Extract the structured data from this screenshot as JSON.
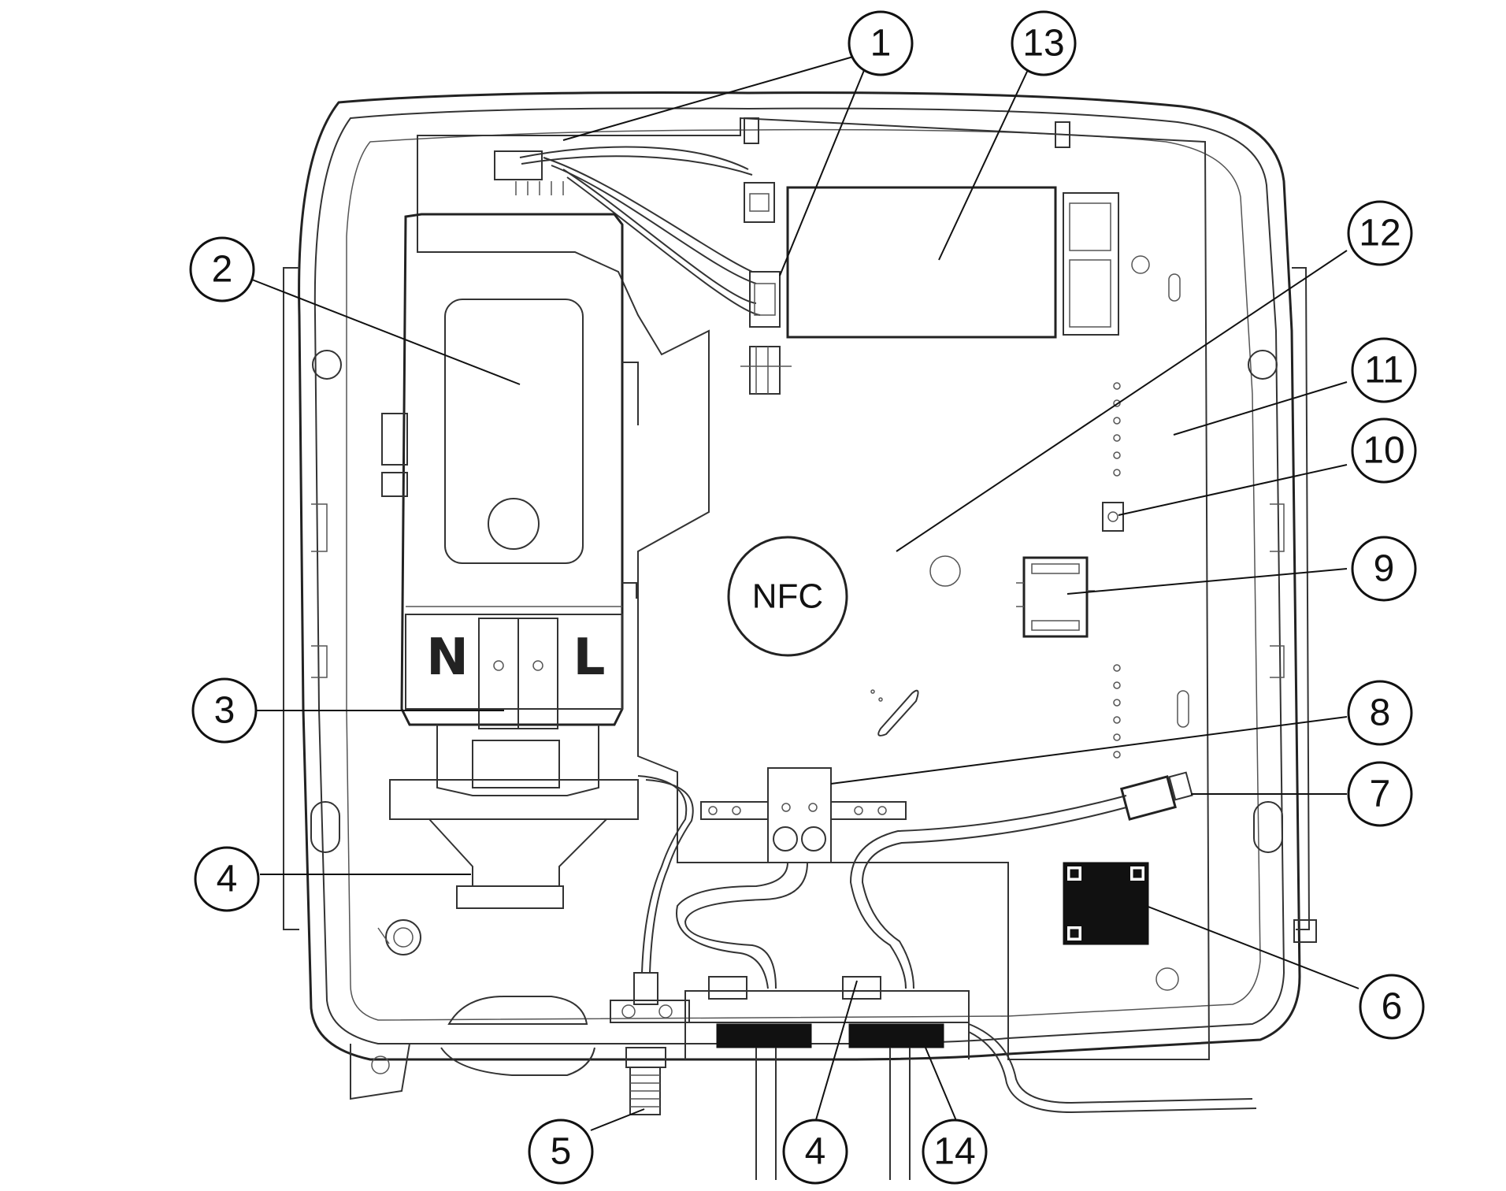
{
  "terminal_labels": {
    "neutral": "N",
    "line": "L"
  },
  "nfc_label": "NFC",
  "callouts": [
    {
      "id": "c1",
      "number": "1"
    },
    {
      "id": "c2",
      "number": "2"
    },
    {
      "id": "c3",
      "number": "3"
    },
    {
      "id": "c4a",
      "number": "4"
    },
    {
      "id": "c4b",
      "number": "4"
    },
    {
      "id": "c5",
      "number": "5"
    },
    {
      "id": "c6",
      "number": "6"
    },
    {
      "id": "c7",
      "number": "7"
    },
    {
      "id": "c8",
      "number": "8"
    },
    {
      "id": "c9",
      "number": "9"
    },
    {
      "id": "c10",
      "number": "10"
    },
    {
      "id": "c11",
      "number": "11"
    },
    {
      "id": "c12",
      "number": "12"
    },
    {
      "id": "c13",
      "number": "13"
    },
    {
      "id": "c14",
      "number": "14"
    }
  ]
}
